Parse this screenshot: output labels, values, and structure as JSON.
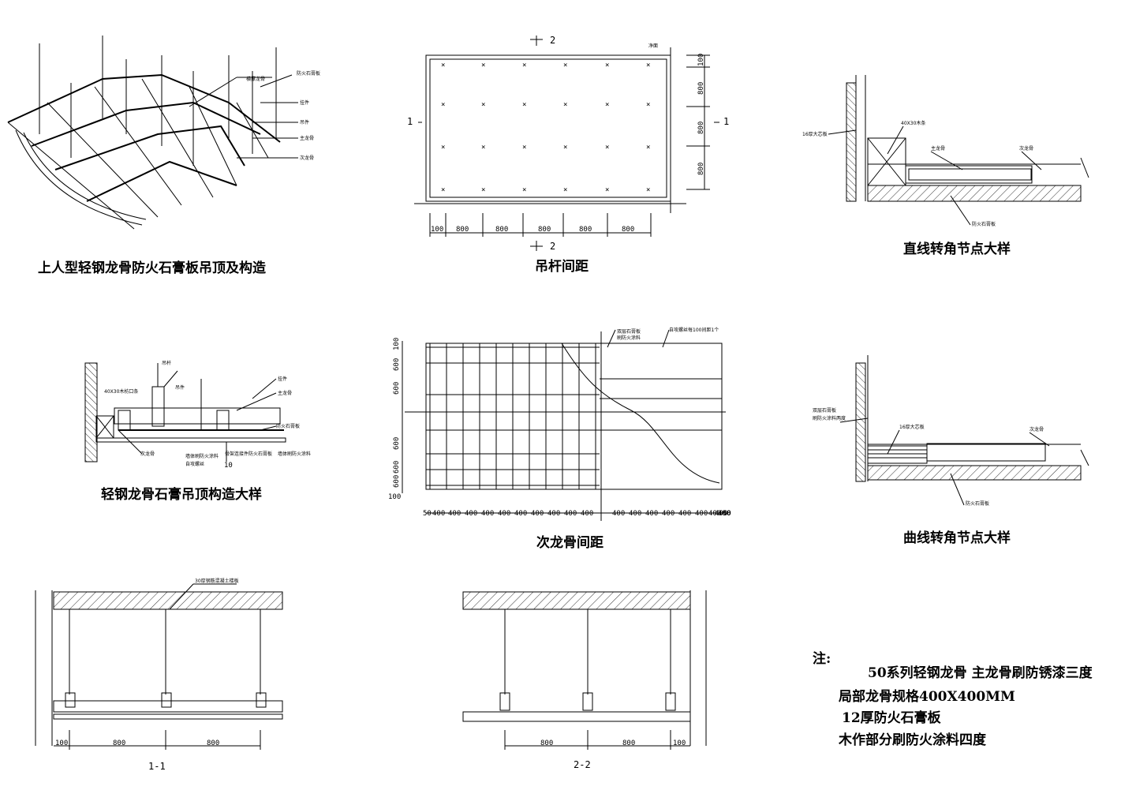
{
  "titles": {
    "perspective": "上人型轻钢龙骨防火石膏板吊顶及构造",
    "hanger_spacing": "吊杆间距",
    "straight_corner": "直线转角节点大样",
    "section_detail": "轻钢龙骨石膏吊顶构造大样",
    "secondary_spacing": "次龙骨间距",
    "curve_corner": "曲线转角节点大样",
    "section_1": "1-1",
    "section_2": "2-2"
  },
  "perspective_labels": [
    "横撑龙骨",
    "防火石膏板",
    "挂件",
    "吊件",
    "主龙骨",
    "次龙骨"
  ],
  "hanger_plan": {
    "cut_top": "2",
    "cut_bottom": "2",
    "cut_left": "1",
    "cut_right": "1",
    "wall_label": "净面",
    "dims_bottom": [
      "100",
      "800",
      "800",
      "800",
      "800",
      "800"
    ],
    "dims_right": [
      "100",
      "800",
      "800",
      "800"
    ]
  },
  "straight_corner_labels": [
    "16厚大芯板",
    "40X30木条",
    "主龙骨",
    "次龙骨",
    "防火石膏板"
  ],
  "section_detail_labels": [
    "吊杆",
    "挂件",
    "吊件",
    "主龙骨",
    "40X30木枋口条",
    "次龙骨",
    "防火石膏板",
    "墙体刷防火涂料",
    "防火石膏板",
    "墙体刷防火涂料",
    "骨架连接件",
    "自攻螺丝"
  ],
  "section_detail_dim": "10",
  "secondary_plan": {
    "labels": [
      "双层石膏板",
      "刷防火涂料",
      "自攻螺丝每100间距1个"
    ],
    "dims_bottom": [
      "50",
      "400",
      "400",
      "400",
      "400",
      "400",
      "400",
      "400",
      "400",
      "400",
      "400",
      "400",
      "400",
      "400",
      "400",
      "400",
      "400",
      "400",
      "400",
      "400",
      "50"
    ],
    "dims_left": [
      "100",
      "600",
      "600",
      "600",
      "600",
      "600",
      "100"
    ]
  },
  "curve_corner_labels": [
    "双层石膏板",
    "刷防火涂料两度",
    "16厚大芯板",
    "次龙骨",
    "防火石膏板"
  ],
  "section_1_label": "30厚钢筋混凝土楼板",
  "section_1_dims": [
    "100",
    "800",
    "800"
  ],
  "section_2_dims": [
    "800",
    "800",
    "100"
  ],
  "notes": {
    "heading": "注:",
    "lines": [
      "50系列轻钢龙骨   主龙骨刷防锈漆三度",
      "局部龙骨规格400X400MM",
      "12厚防火石膏板",
      "木作部分刷防火涂料四度"
    ]
  }
}
